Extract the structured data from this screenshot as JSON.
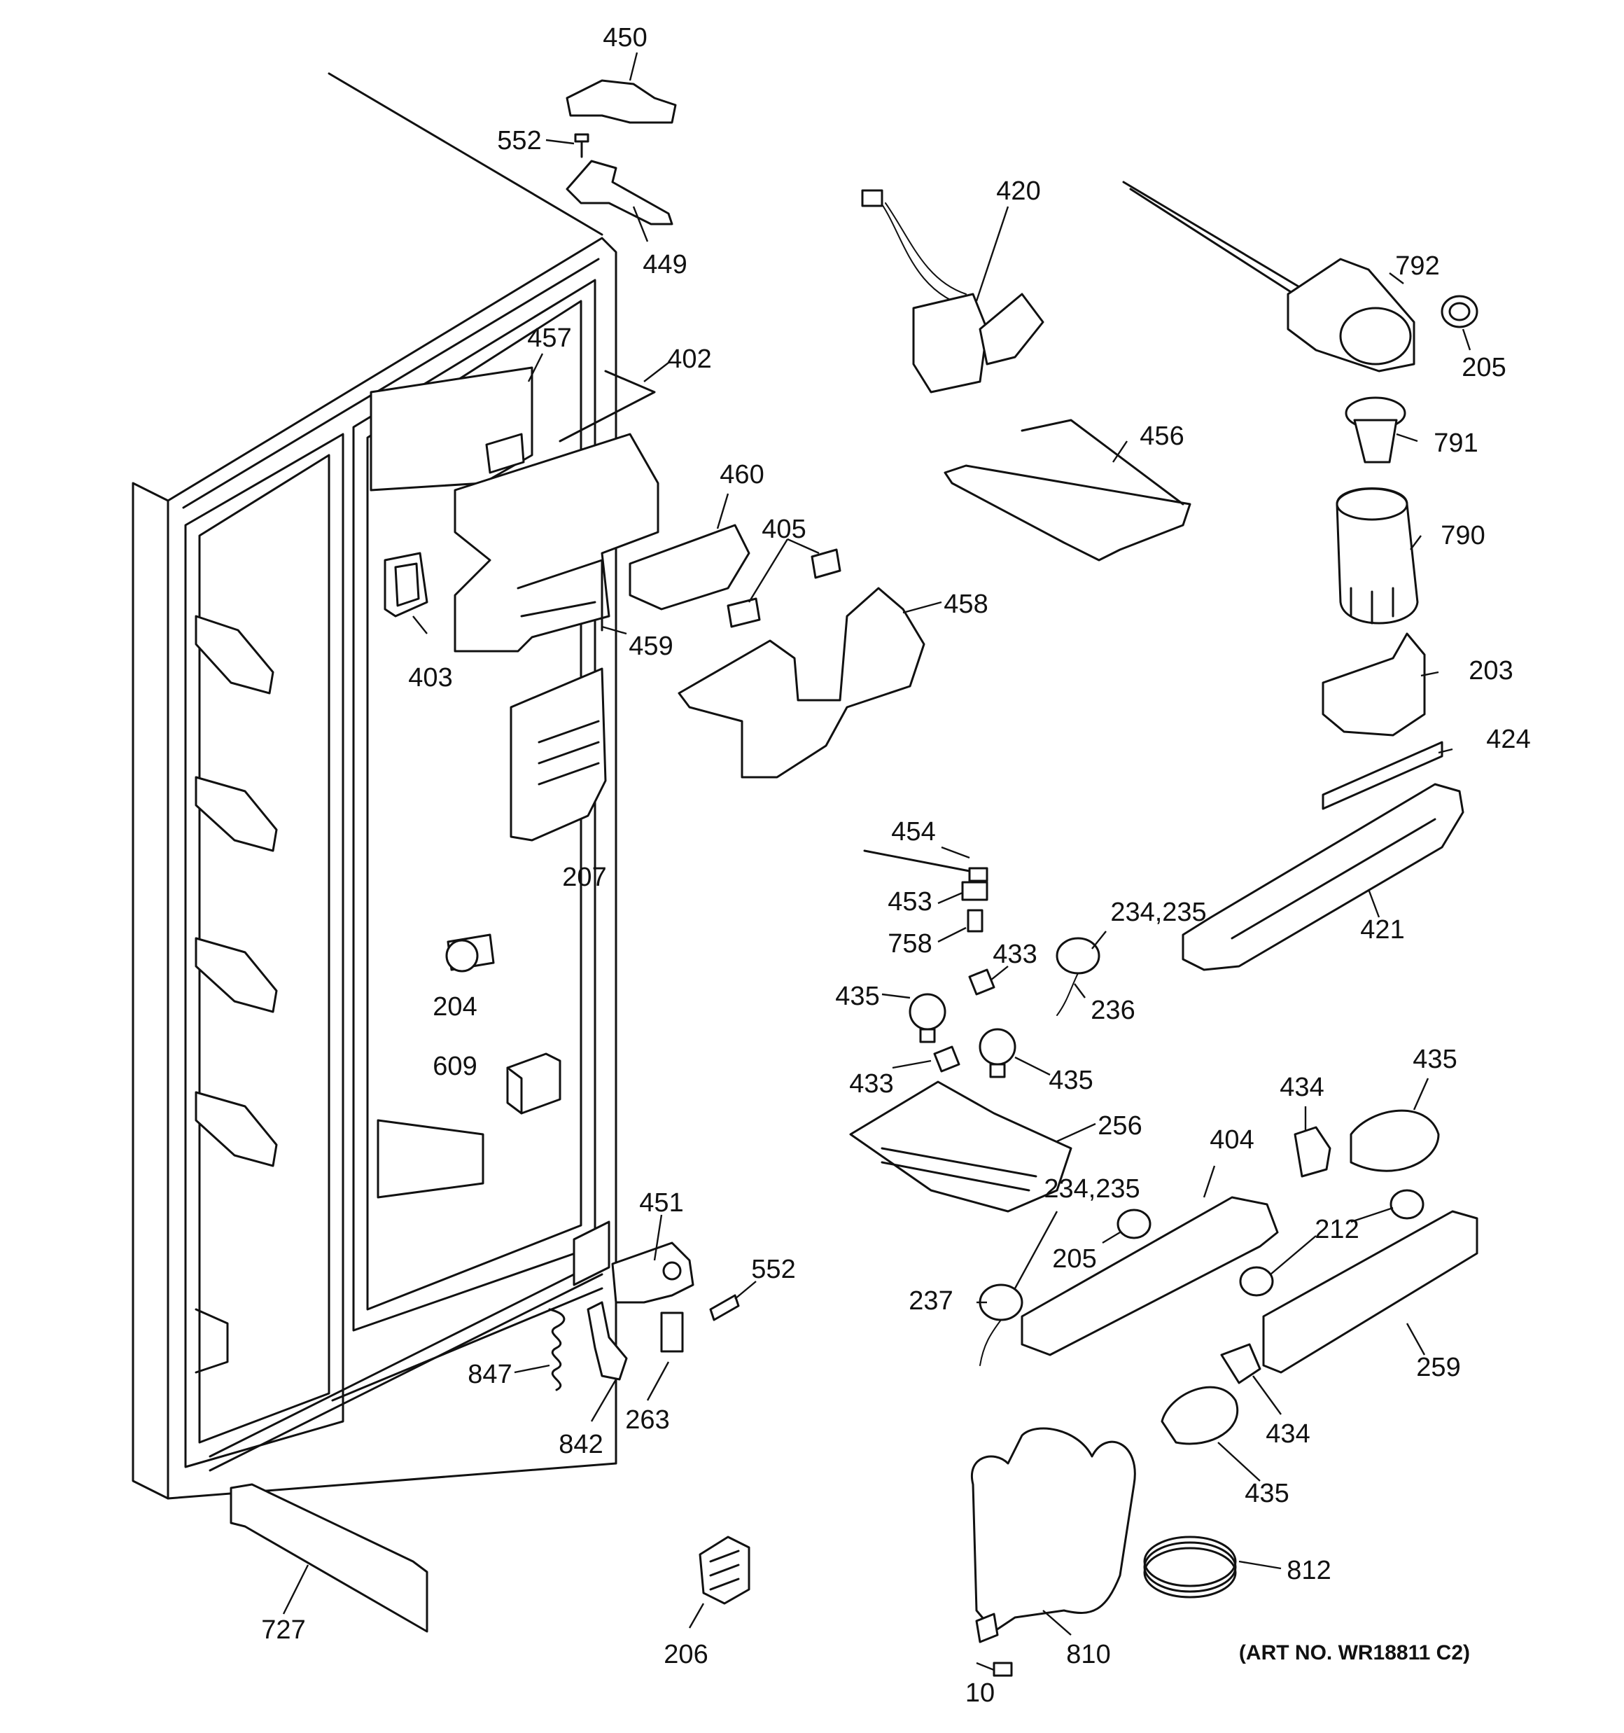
{
  "diagram": {
    "art_number": "(ART NO. WR18811 C2)",
    "callouts": [
      {
        "id": "450",
        "text": "450"
      },
      {
        "id": "552a",
        "text": "552"
      },
      {
        "id": "449",
        "text": "449"
      },
      {
        "id": "457",
        "text": "457"
      },
      {
        "id": "402",
        "text": "402"
      },
      {
        "id": "460",
        "text": "460"
      },
      {
        "id": "405",
        "text": "405"
      },
      {
        "id": "403",
        "text": "403"
      },
      {
        "id": "459",
        "text": "459"
      },
      {
        "id": "458",
        "text": "458"
      },
      {
        "id": "207",
        "text": "207"
      },
      {
        "id": "204",
        "text": "204"
      },
      {
        "id": "609",
        "text": "609"
      },
      {
        "id": "420",
        "text": "420"
      },
      {
        "id": "456",
        "text": "456"
      },
      {
        "id": "792",
        "text": "792"
      },
      {
        "id": "205a",
        "text": "205"
      },
      {
        "id": "791",
        "text": "791"
      },
      {
        "id": "790",
        "text": "790"
      },
      {
        "id": "203",
        "text": "203"
      },
      {
        "id": "424",
        "text": "424"
      },
      {
        "id": "421",
        "text": "421"
      },
      {
        "id": "454",
        "text": "454"
      },
      {
        "id": "453",
        "text": "453"
      },
      {
        "id": "758",
        "text": "758"
      },
      {
        "id": "234_235a",
        "text": "234,235"
      },
      {
        "id": "433a",
        "text": "433"
      },
      {
        "id": "435a",
        "text": "435"
      },
      {
        "id": "236",
        "text": "236"
      },
      {
        "id": "433b",
        "text": "433"
      },
      {
        "id": "435b",
        "text": "435"
      },
      {
        "id": "256",
        "text": "256"
      },
      {
        "id": "434a",
        "text": "434"
      },
      {
        "id": "435c",
        "text": "435"
      },
      {
        "id": "404",
        "text": "404"
      },
      {
        "id": "234_235b",
        "text": "234,235"
      },
      {
        "id": "205b",
        "text": "205"
      },
      {
        "id": "212",
        "text": "212"
      },
      {
        "id": "237",
        "text": "237"
      },
      {
        "id": "259",
        "text": "259"
      },
      {
        "id": "434b",
        "text": "434"
      },
      {
        "id": "435d",
        "text": "435"
      },
      {
        "id": "812",
        "text": "812"
      },
      {
        "id": "810",
        "text": "810"
      },
      {
        "id": "10",
        "text": "10"
      },
      {
        "id": "451",
        "text": "451"
      },
      {
        "id": "552b",
        "text": "552"
      },
      {
        "id": "847",
        "text": "847"
      },
      {
        "id": "263",
        "text": "263"
      },
      {
        "id": "842",
        "text": "842"
      },
      {
        "id": "727",
        "text": "727"
      },
      {
        "id": "206",
        "text": "206"
      }
    ]
  }
}
